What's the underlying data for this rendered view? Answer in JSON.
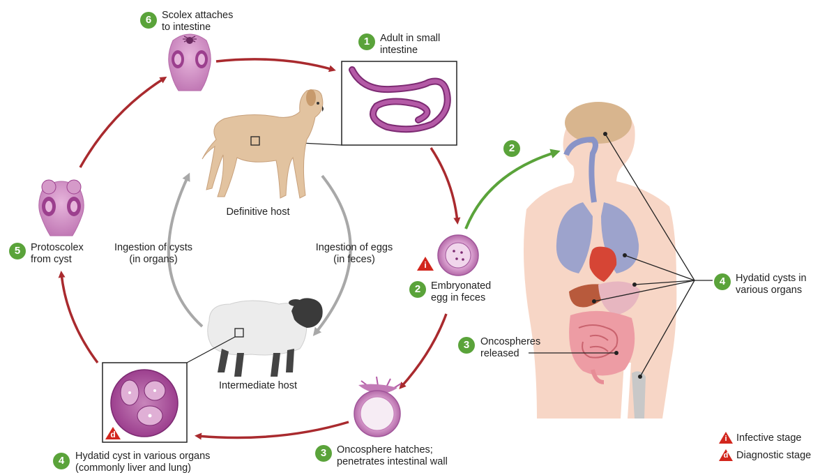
{
  "colors": {
    "cycle_arrow": "#a92a2e",
    "host_arrow": "#a8a8a8",
    "badge_green": "#5aa33a",
    "warning_red": "#d2261d",
    "parasite_purple": "#9c3f8e"
  },
  "steps": {
    "s1": {
      "num": "1",
      "text_a": "Adult in small",
      "text_b": "intestine"
    },
    "s2": {
      "num": "2",
      "text_a": "Embryonated",
      "text_b": "egg in feces"
    },
    "s2b": {
      "num": "2"
    },
    "s3": {
      "num": "3",
      "text_a": "Oncosphere hatches;",
      "text_b": "penetrates intestinal wall"
    },
    "s3b": {
      "num": "3",
      "text_a": "Oncospheres",
      "text_b": "released"
    },
    "s4": {
      "num": "4",
      "text_a": "Hydatid cyst in various organs",
      "text_b": "(commonly liver and lung)"
    },
    "s4b": {
      "num": "4",
      "text_a": "Hydatid cysts in",
      "text_b": "various organs"
    },
    "s5": {
      "num": "5",
      "text_a": "Protoscolex",
      "text_b": "from cyst"
    },
    "s6": {
      "num": "6",
      "text_a": "Scolex attaches",
      "text_b": "to intestine"
    }
  },
  "hosts": {
    "definitive": "Definitive host",
    "intermediate": "Intermediate host",
    "ingest_cysts_a": "Ingestion of cysts",
    "ingest_cysts_b": "(in organs)",
    "ingest_eggs_a": "Ingestion of eggs",
    "ingest_eggs_b": "(in feces)"
  },
  "legend": {
    "infective_letter": "i",
    "infective_label": "Infective stage",
    "diagnostic_letter": "d",
    "diagnostic_label": "Diagnostic stage"
  }
}
